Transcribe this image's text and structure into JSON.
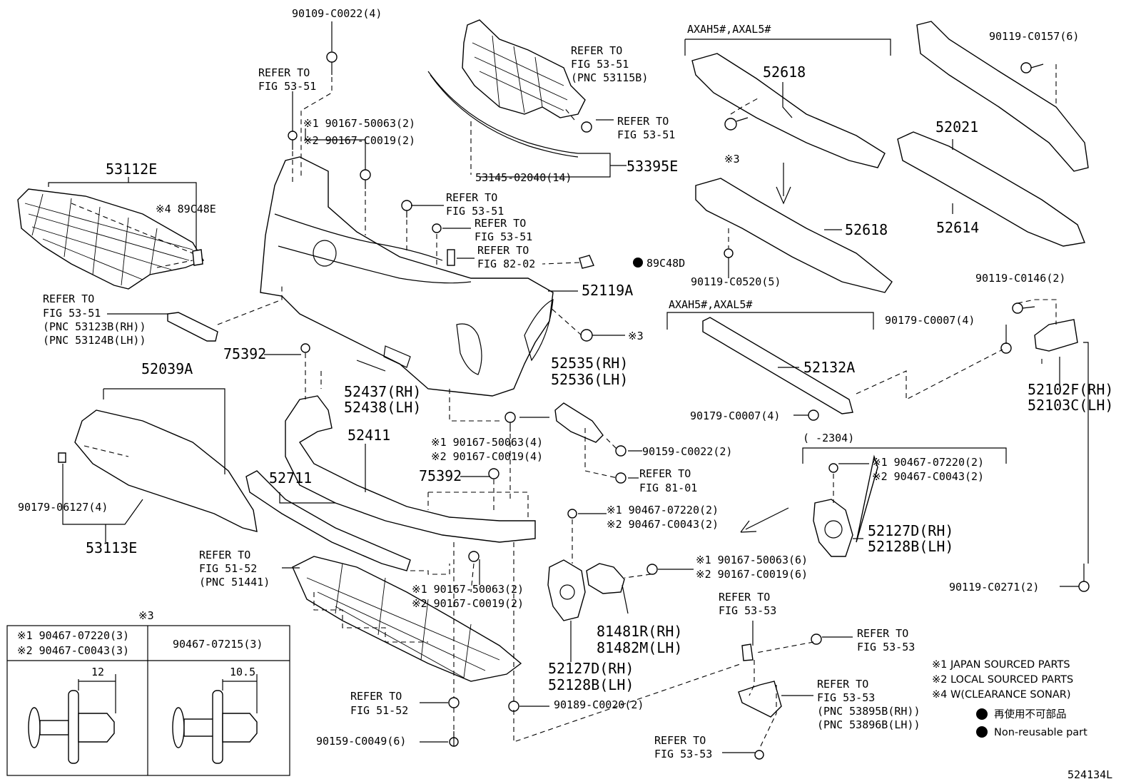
{
  "labels": {
    "p90109": "90109-C0022(4)",
    "refer_top_a1": "REFER TO",
    "refer_top_a2": "FIG 53-51",
    "star1_a": "※1 90167-50063(2)",
    "star2_a": "※2 90167-C0019(2)",
    "p53112E": "53112E",
    "p89C48E": "※4 89C48E",
    "refer_left1": "REFER TO",
    "refer_left2": "FIG 53-51",
    "refer_left3": "(PNC 53123B(RH))",
    "refer_left4": "(PNC 53124B(LH))",
    "refer_grille1": "REFER TO",
    "refer_grille2": "FIG 53-51",
    "refer_grille3": "(PNC 53115B)",
    "refer_clip1": "REFER TO",
    "refer_clip2": "FIG 53-51",
    "p53145": "53145-02040(14)",
    "p53395E": "53395E",
    "refer_mid_a1": "REFER TO",
    "refer_mid_a2": "FIG 53-51",
    "refer_mid_b1": "REFER TO",
    "refer_mid_b2": "FIG 53-51",
    "refer_mid_c1": "REFER TO",
    "refer_mid_c2": "FIG 82-02",
    "p89C48D": "89C48D",
    "p52119A": "52119A",
    "star3_a": "※3",
    "p75392_a": "75392",
    "p52039A": "52039A",
    "p52437": "52437(RH)",
    "p52438": "52438(LH)",
    "p52535": "52535(RH)",
    "p52536": "52536(LH)",
    "p52411": "52411",
    "star1_b": "※1 90167-50063(4)",
    "star2_b": "※2 90167-C0019(4)",
    "p90159_a": "90159-C0022(2)",
    "refer_81_1": "REFER TO",
    "refer_81_2": "FIG 81-01",
    "p75392_b": "75392",
    "p52711": "52711",
    "p90179_06127": "90179-06127(4)",
    "p53113E": "53113E",
    "star1_c": "※1 90467-07220(2)",
    "star2_c": "※2 90467-C0043(2)",
    "refer_51_1": "REFER TO",
    "refer_51_2": "FIG 51-52",
    "refer_51_3": "(PNC 51441)",
    "star1_d": "※1 90167-50063(2)",
    "star2_d": "※2 90167-C0019(2)",
    "star1_e": "※1 90167-50063(6)",
    "star2_e": "※2 90167-C0019(6)",
    "p81481R": "81481R(RH)",
    "p81482M": "81482M(LH)",
    "p52127D_b": "52127D(RH)",
    "p52128B_b": "52128B(LH)",
    "refer_51b_1": "REFER TO",
    "refer_51b_2": "FIG 51-52",
    "p90189": "90189-C0020(2)",
    "p90159_b": "90159-C0049(6)",
    "axah_a": "AXAH5#,AXAL5#",
    "p52618_a": "52618",
    "star3_b": "※3",
    "p52618_b": "52618",
    "p90119_C0520": "90119-C0520(5)",
    "axah_b": "AXAH5#,AXAL5#",
    "p52132A": "52132A",
    "p90179_C0007_b": "90179-C0007(4)",
    "p52021": "52021",
    "p52614": "52614",
    "p90119_C0157": "90119-C0157(6)",
    "p90119_C0146": "90119-C0146(2)",
    "p90179_C0007_a": "90179-C0007(4)",
    "p52102F": "52102F(RH)",
    "p52103C": "52103C(LH)",
    "range_2304": "(      -2304)",
    "star1_f": "※1 90467-07220(2)",
    "star2_f": "※2 90467-C0043(2)",
    "p52127D_a": "52127D(RH)",
    "p52128B_a": "52128B(LH)",
    "p90119_C0271": "90119-C0271(2)",
    "refer_53_53a_1": "REFER TO",
    "refer_53_53a_2": "FIG 53-53",
    "refer_53_53b_1": "REFER TO",
    "refer_53_53b_2": "FIG 53-53",
    "refer_53_53c_1": "REFER TO",
    "refer_53_53c_2": "FIG 53-53",
    "refer_53_53c_3": "(PNC 53895B(RH))",
    "refer_53_53c_4": "(PNC 53896B(LH))",
    "refer_53_53d_1": "REFER TO",
    "refer_53_53d_2": "FIG 53-53",
    "diagram_code": "524134L"
  },
  "legend": {
    "star1": "※1 JAPAN SOURCED PARTS",
    "star2": "※2 LOCAL SOURCED PARTS",
    "star4": "※4 W(CLEARANCE SONAR)",
    "nonreuse_jp": "再使用不可部品",
    "nonreuse_en": "Non-reusable part"
  },
  "inset": {
    "title": "※3",
    "left_line1": "※1 90467-07220(3)",
    "left_line2": "※2 90467-C0043(3)",
    "right_line1": "90467-07215(3)",
    "dim_left": "12",
    "dim_right": "10.5"
  }
}
